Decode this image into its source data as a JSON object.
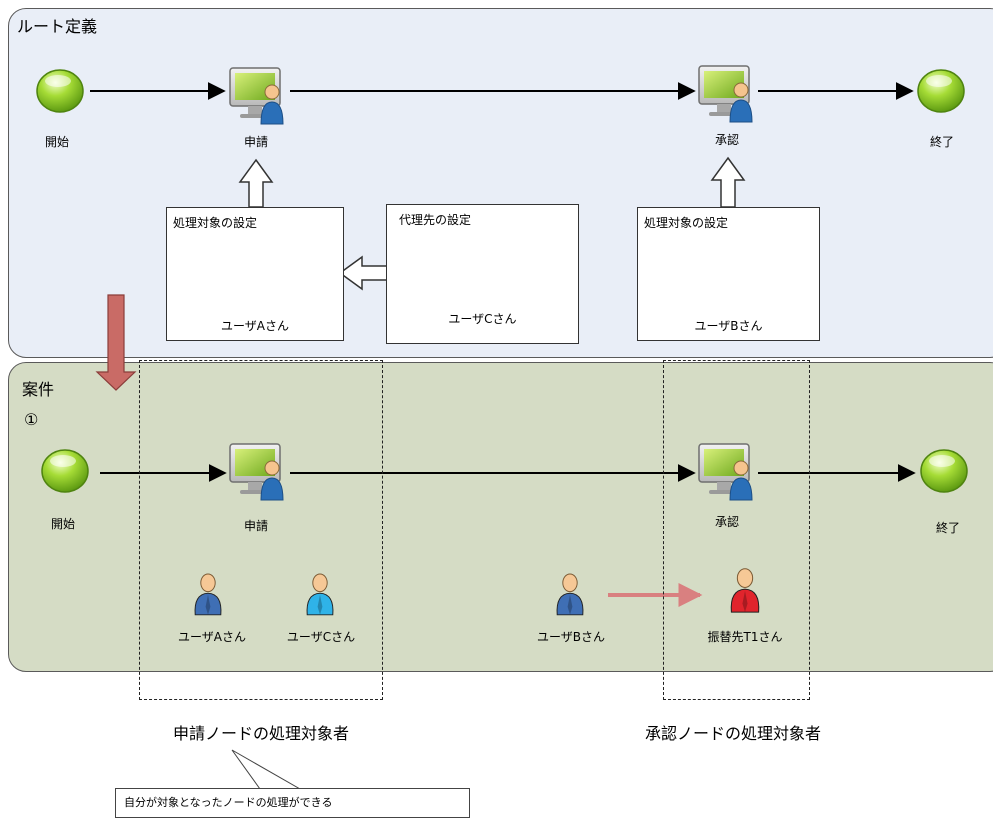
{
  "route": {
    "title": "ルート定義",
    "start": "開始",
    "apply": "申請",
    "approve": "承認",
    "end": "終了",
    "box_apply": {
      "title": "処理対象の設定",
      "user": "ユーザAさん"
    },
    "box_delegate": {
      "title": "代理先の設定",
      "user": "ユーザCさん"
    },
    "box_approve": {
      "title": "処理対象の設定",
      "user": "ユーザBさん"
    }
  },
  "case": {
    "title": "案件",
    "number": "①",
    "start": "開始",
    "apply": "申請",
    "approve": "承認",
    "end": "終了",
    "user_a": "ユーザAさん",
    "user_c": "ユーザCさん",
    "user_b": "ユーザBさん",
    "user_t1": "振替先T1さん"
  },
  "captions": {
    "apply_targets": "申請ノードの処理対象者",
    "approve_targets": "承認ノードの処理対象者"
  },
  "tooltip": "自分が対象となったノードの処理ができる",
  "colors": {
    "route_panel": "#e9eef7",
    "case_panel": "#d5dcc5",
    "start_end_node": "#8ccf2c",
    "user_dark_blue": "#3f6fb5",
    "user_light_blue": "#2fb3e8",
    "user_red": "#e0242c",
    "transfer_arrow": "#d98080",
    "flow_arrow": "#c96b66"
  },
  "icons": [
    "start-node-icon",
    "end-node-icon",
    "computer-user-icon",
    "user-icon"
  ]
}
